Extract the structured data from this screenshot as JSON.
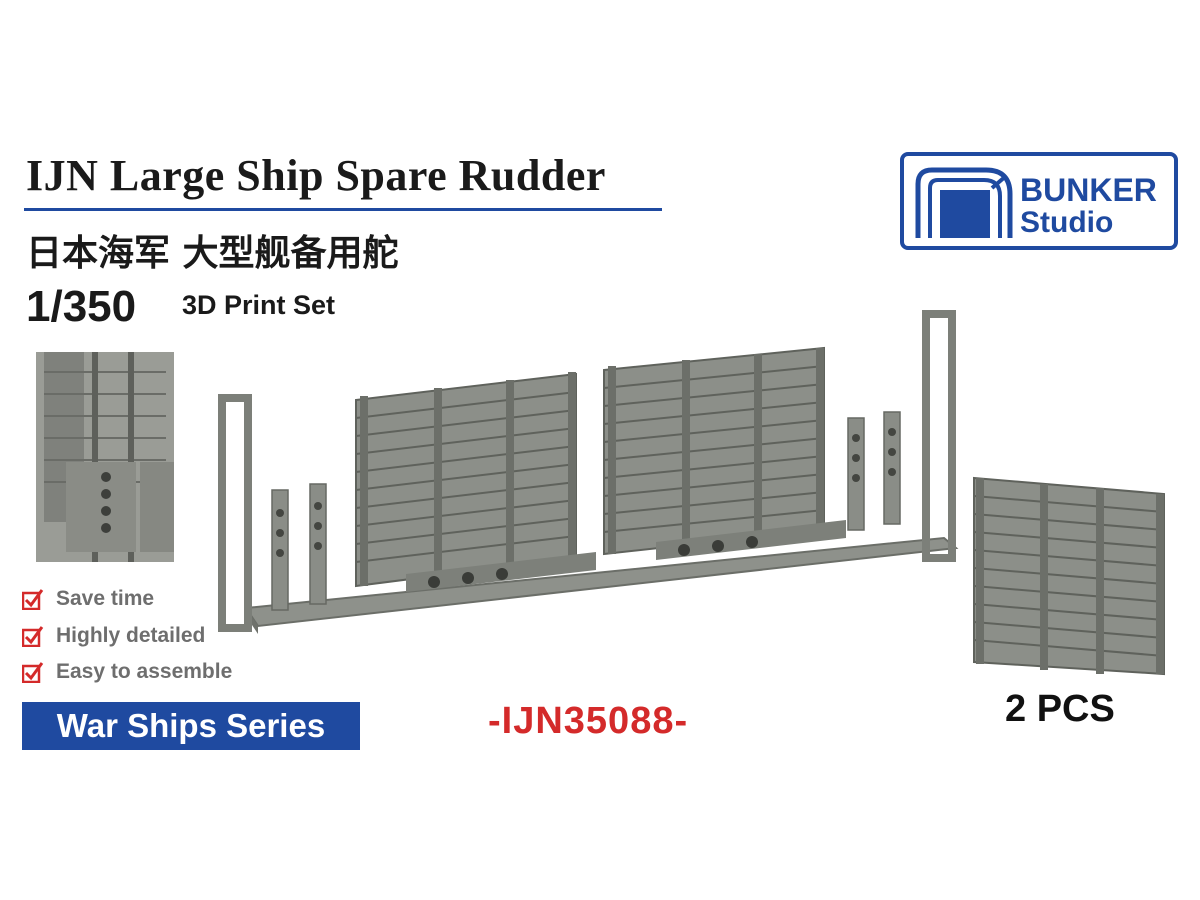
{
  "product": {
    "title": "IJN Large Ship Spare Rudder",
    "title_cn": "日本海军 大型舰备用舵",
    "scale": "1/350",
    "subtitle": "3D Print Set",
    "code": "-IJN35088-",
    "quantity": "2 PCS",
    "series": "War Ships Series"
  },
  "brand": {
    "line1": "BUNKER",
    "line2": "Studio",
    "color": "#1f4aa0"
  },
  "features": [
    {
      "label": "Save time",
      "icon": "checkbox-checked-icon"
    },
    {
      "label": "Highly detailed",
      "icon": "checkbox-checked-icon"
    },
    {
      "label": "Easy to assemble",
      "icon": "checkbox-checked-icon"
    }
  ],
  "colors": {
    "accent_blue": "#1f4aa0",
    "code_red": "#d42a2a",
    "model_gray": "#8e918b"
  }
}
